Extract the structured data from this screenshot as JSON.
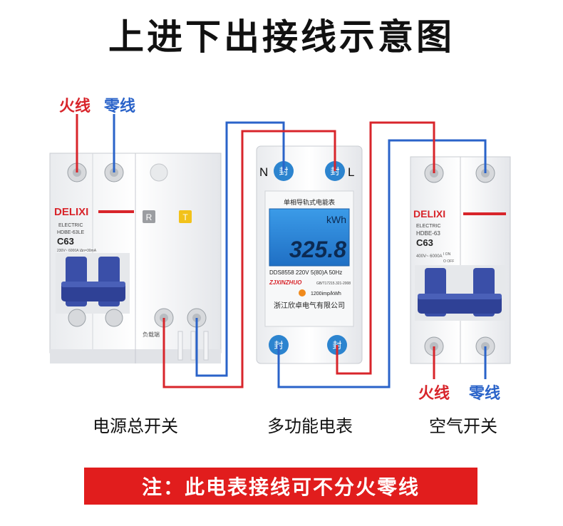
{
  "title": "上进下出接线示意图",
  "labels": {
    "left_live": "火线",
    "left_neutral": "零线",
    "right_live": "火线",
    "right_neutral": "零线"
  },
  "main_breaker": {
    "brand": "DELIXI",
    "sub": "ELECTRIC",
    "model": "HDBE-63LE",
    "rating": "C63",
    "spec": "230V~ 6000A IΔn=30mA",
    "btn_r": "R",
    "btn_t": "T",
    "load": "负载端"
  },
  "meter": {
    "terminal_n": "N",
    "terminal_l": "L",
    "seal": "封",
    "name": "单相导轨式电能表",
    "unit": "kWh",
    "reading": "325.8",
    "spec_line": "DDS8558 220V 5(80)A 50Hz",
    "brand": "ZJXINZHUO",
    "standard": "GB/T17215.321-2008",
    "imp": "1200imp/kWh",
    "maker": "浙江欣卓电气有限公司"
  },
  "air_switch": {
    "brand": "DELIXI",
    "sub": "ELECTRIC",
    "model": "HDBE-63",
    "rating": "C63",
    "spec": "400V~ 6000A",
    "on": "I ON",
    "off": "O OFF"
  },
  "captions": {
    "left": "电源总开关",
    "middle": "多功能电表",
    "right": "空气开关"
  },
  "note": "注：此电表接线可不分火零线",
  "colors": {
    "live": "#d8252b",
    "neutral": "#2a63c9",
    "handle": "#3a4fa8",
    "screen": "#2a86d8"
  }
}
